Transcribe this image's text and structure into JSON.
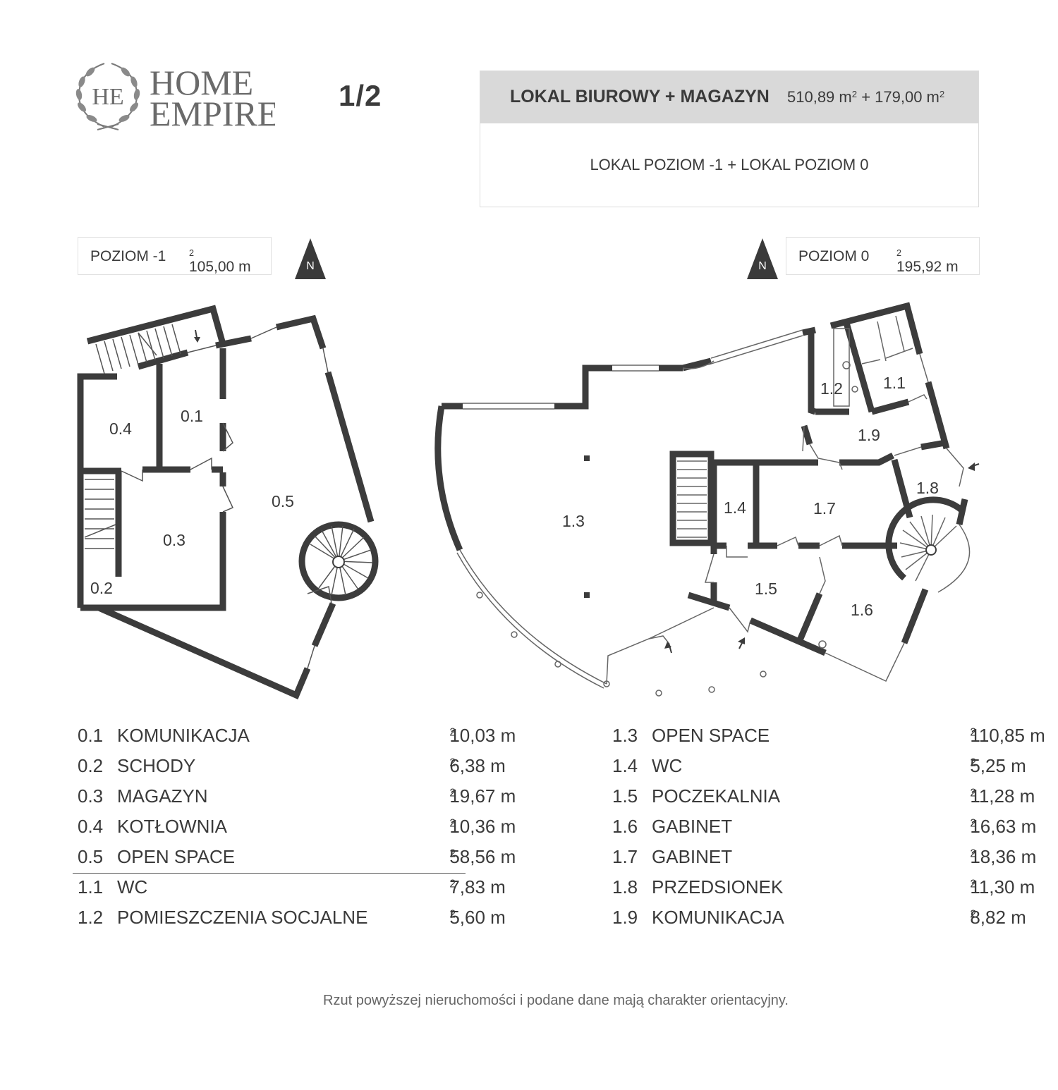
{
  "brand": {
    "monogram": "HE",
    "line1": "HOME",
    "line2": "EMPIRE"
  },
  "page_number": "1/2",
  "summary": {
    "title": "LOKAL BIUROWY + MAGAZYN",
    "area_pre": "510,89 m",
    "area_mid": " + 179,00 m",
    "sup": "2",
    "subtitle": "LOKAL POZIOM -1 + LOKAL POZIOM 0"
  },
  "levels": [
    {
      "name": "POZIOM -1",
      "area": "105,00 m",
      "sup": "2",
      "north": "N"
    },
    {
      "name": "POZIOM 0",
      "area": "195,92 m",
      "sup": "2",
      "north": "N"
    }
  ],
  "plan_labels": {
    "r01": "0.1",
    "r02": "0.2",
    "r03": "0.3",
    "r04": "0.4",
    "r05": "0.5",
    "r11": "1.1",
    "r12": "1.2",
    "r13": "1.3",
    "r14": "1.4",
    "r15": "1.5",
    "r16": "1.6",
    "r17": "1.7",
    "r18": "1.8",
    "r19": "1.9"
  },
  "rooms_left": [
    {
      "num": "0.1",
      "name": "KOMUNIKACJA",
      "area": "10,03 m",
      "sup": "2"
    },
    {
      "num": "0.2",
      "name": "SCHODY",
      "area": "6,38 m",
      "sup": "2"
    },
    {
      "num": "0.3",
      "name": "MAGAZYN",
      "area": "19,67 m",
      "sup": "2"
    },
    {
      "num": "0.4",
      "name": "KOTŁOWNIA",
      "area": "10,36 m",
      "sup": "2"
    },
    {
      "num": "0.5",
      "name": "OPEN SPACE",
      "area": "58,56 m",
      "sup": "2"
    },
    {
      "num": "1.1",
      "name": "WC",
      "area": "7,83 m",
      "sup": "2"
    },
    {
      "num": "1.2",
      "name": "POMIESZCZENIA SOCJALNE",
      "area": "5,60 m",
      "sup": "2"
    }
  ],
  "rooms_right": [
    {
      "num": "1.3",
      "name": "OPEN SPACE",
      "area": "110,85 m",
      "sup": "2"
    },
    {
      "num": "1.4",
      "name": "WC",
      "area": "5,25 m",
      "sup": "2"
    },
    {
      "num": "1.5",
      "name": "POCZEKALNIA",
      "area": "11,28 m",
      "sup": "2"
    },
    {
      "num": "1.6",
      "name": "GABINET",
      "area": "16,63 m",
      "sup": "2"
    },
    {
      "num": "1.7",
      "name": "GABINET",
      "area": "18,36 m",
      "sup": "2"
    },
    {
      "num": "1.8",
      "name": "PRZEDSIONEK",
      "area": "11,30 m",
      "sup": "2"
    },
    {
      "num": "1.9",
      "name": "KOMUNIKACJA",
      "area": "8,82 m",
      "sup": "2"
    }
  ],
  "disclaimer": "Rzut powyższej nieruchomości i podane dane mają charakter orientacyjny.",
  "colors": {
    "wall": "#3c3c3c",
    "header_band": "#d9d9d9",
    "text": "#3a3a3a"
  }
}
